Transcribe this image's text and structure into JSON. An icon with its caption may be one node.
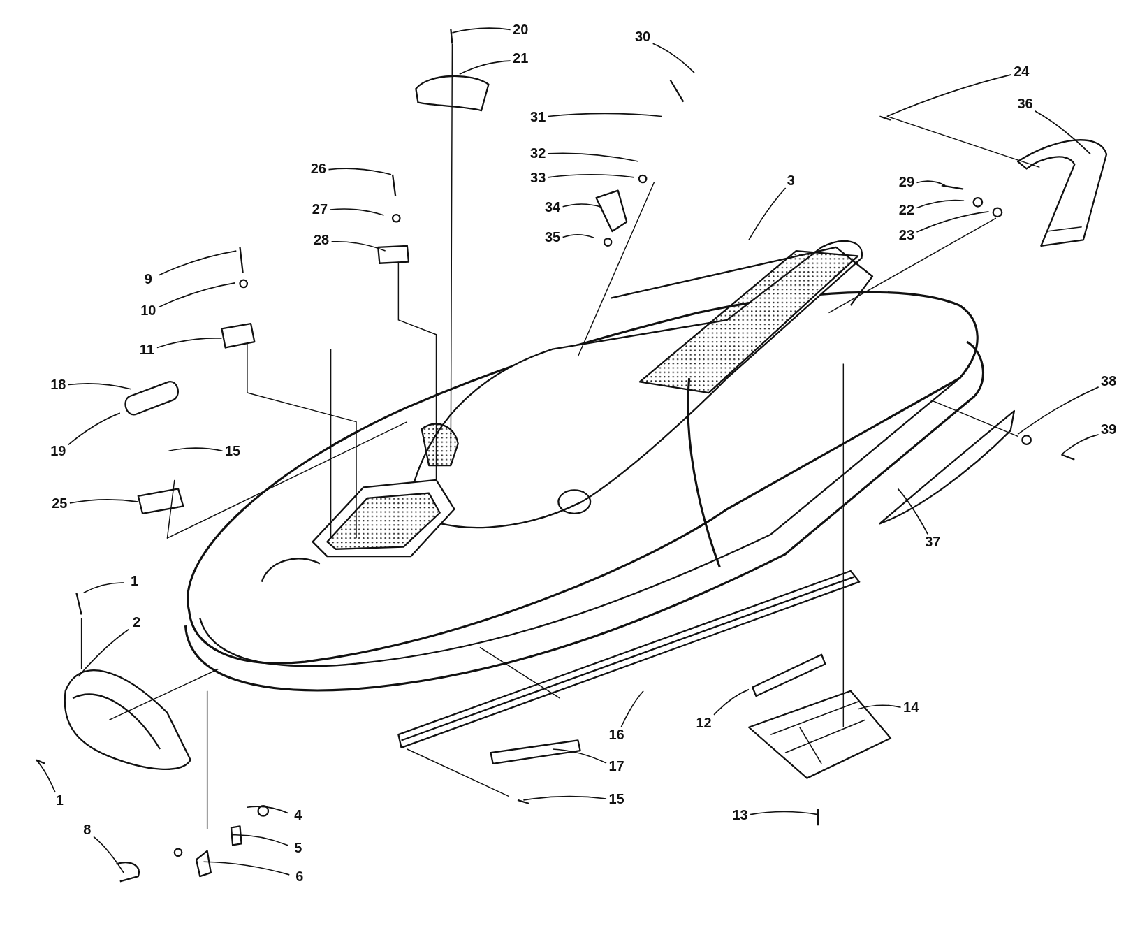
{
  "diagram": {
    "nodes": [
      {
        "text": [
          "20"
        ]
      },
      {
        "text": [
          "21"
        ]
      },
      {
        "text": [
          "30"
        ]
      },
      {
        "text": [
          "24"
        ]
      },
      {
        "text": [
          "36"
        ]
      },
      {
        "text": [
          "31"
        ]
      },
      {
        "text": [
          "32"
        ]
      },
      {
        "text": [
          "33"
        ]
      },
      {
        "text": [
          "26"
        ]
      },
      {
        "text": [
          "3"
        ]
      },
      {
        "text": [
          "29"
        ]
      },
      {
        "text": [
          "27"
        ]
      },
      {
        "text": [
          "34"
        ]
      },
      {
        "text": [
          "22"
        ]
      },
      {
        "text": [
          "28"
        ]
      },
      {
        "text": [
          "23"
        ]
      },
      {
        "text": [
          "35"
        ]
      },
      {
        "text": [
          "9"
        ]
      },
      {
        "text": [
          "10"
        ]
      },
      {
        "text": [
          "11"
        ]
      },
      {
        "text": [
          "18"
        ]
      },
      {
        "text": [
          "38"
        ]
      },
      {
        "text": [
          "39"
        ]
      },
      {
        "text": [
          "19"
        ]
      },
      {
        "text": [
          "15"
        ]
      },
      {
        "text": [
          "25"
        ]
      },
      {
        "text": [
          "37"
        ]
      },
      {
        "text": [
          "1"
        ]
      },
      {
        "text": [
          "2"
        ]
      },
      {
        "text": [
          "16"
        ]
      },
      {
        "text": [
          "12"
        ]
      },
      {
        "text": [
          "14"
        ]
      },
      {
        "text": [
          "17"
        ]
      },
      {
        "text": [
          "1"
        ]
      },
      {
        "text": [
          "15"
        ]
      },
      {
        "text": [
          "4"
        ]
      },
      {
        "text": [
          "13"
        ]
      },
      {
        "text": [
          "5"
        ]
      },
      {
        "text": [
          "8"
        ]
      },
      {
        "text": [
          "6"
        ]
      }
    ],
    "edges": [
      {
        "from": 0,
        "to": null,
        "arrow": "none"
      },
      {
        "from": 1,
        "to": null,
        "arrow": "none"
      },
      {
        "from": 2,
        "to": null,
        "arrow": "none"
      },
      {
        "from": 3,
        "to": null,
        "arrow": "none"
      },
      {
        "from": 4,
        "to": null,
        "arrow": "none"
      },
      {
        "from": 5,
        "to": null,
        "arrow": "none"
      },
      {
        "from": 6,
        "to": null,
        "arrow": "none"
      },
      {
        "from": 7,
        "to": null,
        "arrow": "none"
      },
      {
        "from": 8,
        "to": null,
        "arrow": "none"
      },
      {
        "from": 9,
        "to": null,
        "arrow": "none"
      },
      {
        "from": 10,
        "to": null,
        "arrow": "none"
      },
      {
        "from": 11,
        "to": null,
        "arrow": "none"
      },
      {
        "from": 12,
        "to": null,
        "arrow": "none"
      },
      {
        "from": 13,
        "to": null,
        "arrow": "none"
      },
      {
        "from": 14,
        "to": null,
        "arrow": "none"
      },
      {
        "from": 15,
        "to": null,
        "arrow": "none"
      },
      {
        "from": 16,
        "to": null,
        "arrow": "none"
      },
      {
        "from": 17,
        "to": null,
        "arrow": "none"
      },
      {
        "from": 18,
        "to": null,
        "arrow": "none"
      },
      {
        "from": 19,
        "to": null,
        "arrow": "none"
      },
      {
        "from": 20,
        "to": null,
        "arrow": "none"
      },
      {
        "from": 21,
        "to": null,
        "arrow": "none"
      },
      {
        "from": 22,
        "to": null,
        "arrow": "none"
      },
      {
        "from": 23,
        "to": null,
        "arrow": "none"
      },
      {
        "from": 24,
        "to": null,
        "arrow": "none"
      },
      {
        "from": 25,
        "to": null,
        "arrow": "none"
      },
      {
        "from": 26,
        "to": null,
        "arrow": "none"
      },
      {
        "from": 27,
        "to": null,
        "arrow": "none"
      },
      {
        "from": 28,
        "to": null,
        "arrow": "none"
      },
      {
        "from": 29,
        "to": null,
        "arrow": "none"
      },
      {
        "from": 30,
        "to": null,
        "arrow": "none"
      },
      {
        "from": 31,
        "to": null,
        "arrow": "none"
      },
      {
        "from": 32,
        "to": null,
        "arrow": "none"
      },
      {
        "from": 33,
        "to": null,
        "arrow": "none"
      },
      {
        "from": 34,
        "to": null,
        "arrow": "none"
      },
      {
        "from": 35,
        "to": null,
        "arrow": "none"
      },
      {
        "from": 36,
        "to": null,
        "arrow": "none"
      },
      {
        "from": 37,
        "to": null,
        "arrow": "none"
      },
      {
        "from": 38,
        "to": null,
        "arrow": "none"
      },
      {
        "from": 39,
        "to": null,
        "arrow": "none"
      }
    ]
  }
}
